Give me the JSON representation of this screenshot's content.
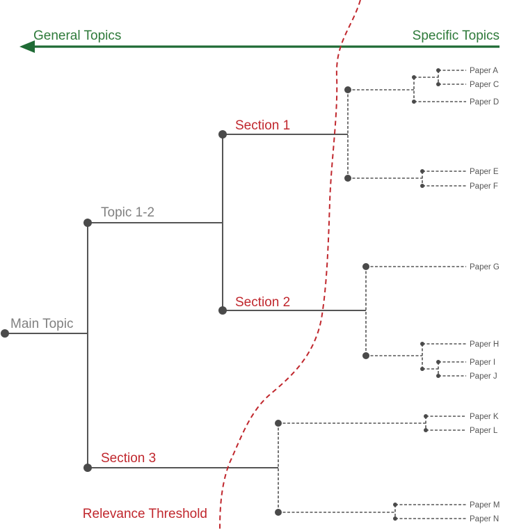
{
  "axis": {
    "left_label": "General Topics",
    "right_label": "Specific Topics",
    "arrow_color": "#1f6b35"
  },
  "threshold": {
    "label": "Relevance Threshold",
    "color": "#c0272d"
  },
  "tree": {
    "root": "Main Topic",
    "topic": "Topic 1-2",
    "section1": "Section 1",
    "section2": "Section 2",
    "section3": "Section 3"
  },
  "papers": {
    "a": "Paper A",
    "c": "Paper C",
    "d": "Paper D",
    "e": "Paper E",
    "f": "Paper F",
    "g": "Paper G",
    "h": "Paper H",
    "i": "Paper I",
    "j": "Paper J",
    "k": "Paper K",
    "l": "Paper L",
    "m": "Paper M",
    "n": "Paper N"
  }
}
